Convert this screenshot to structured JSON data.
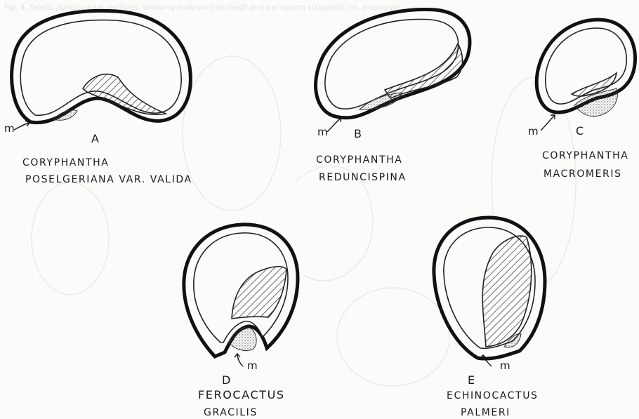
{
  "header_ghost_text": "Fig. 4. Seeds, longitudinal sections, showing embryo (hatched) and perisperm (stippled); m, micropyle.",
  "figures": [
    {
      "letter": "A",
      "micropyle": "m",
      "genus": "CORYPHANTHA",
      "species": "POSELGERIANA VAR. VALIDA"
    },
    {
      "letter": "B",
      "micropyle": "m",
      "genus": "CORYPHANTHA",
      "species": "REDUNCISPINA"
    },
    {
      "letter": "C",
      "micropyle": "m",
      "genus": "CORYPHANTHA",
      "species": "MACROMERIS"
    },
    {
      "letter": "D",
      "micropyle": "m",
      "genus": "FEROCACTUS",
      "species": "GRACILIS"
    },
    {
      "letter": "E",
      "micropyle": "m",
      "genus": "ECHINOCACTUS",
      "species": "PALMERI"
    }
  ]
}
